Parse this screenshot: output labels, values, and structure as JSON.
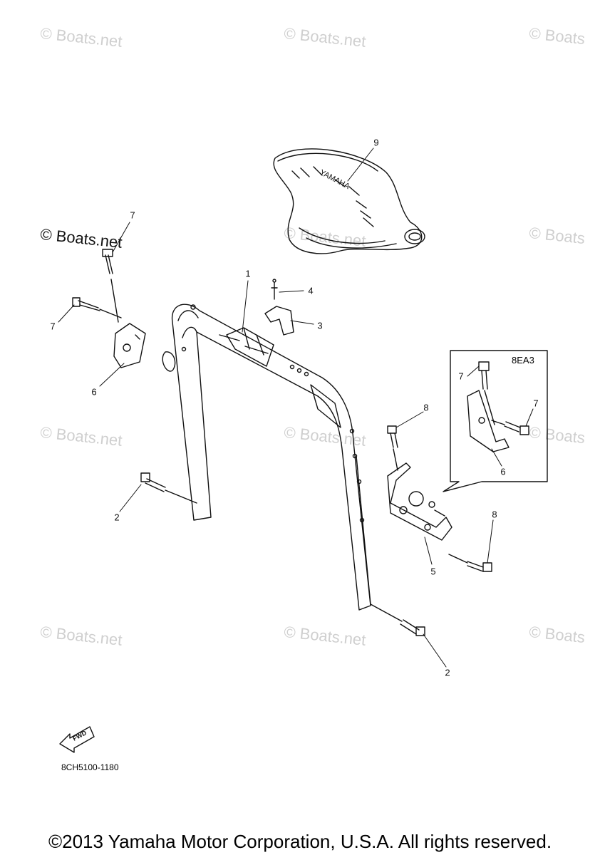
{
  "watermark": "© Boats.net",
  "watermark_short": "© Boats",
  "callouts": {
    "c1": "1",
    "c2a": "2",
    "c2b": "2",
    "c3": "3",
    "c4": "4",
    "c5": "5",
    "c6a": "6",
    "c6b": "6",
    "c7a": "7",
    "c7b": "7",
    "c7c": "7",
    "c7d": "7",
    "c8a": "8",
    "c8b": "8",
    "c9": "9"
  },
  "inset_label": "8EA3",
  "fwd_label": "FWD",
  "seat_brand": "YAMAHA",
  "diagram_code": "8CH5100-1180",
  "copyright": "©2013 Yamaha Motor Corporation, U.S.A. All rights reserved."
}
